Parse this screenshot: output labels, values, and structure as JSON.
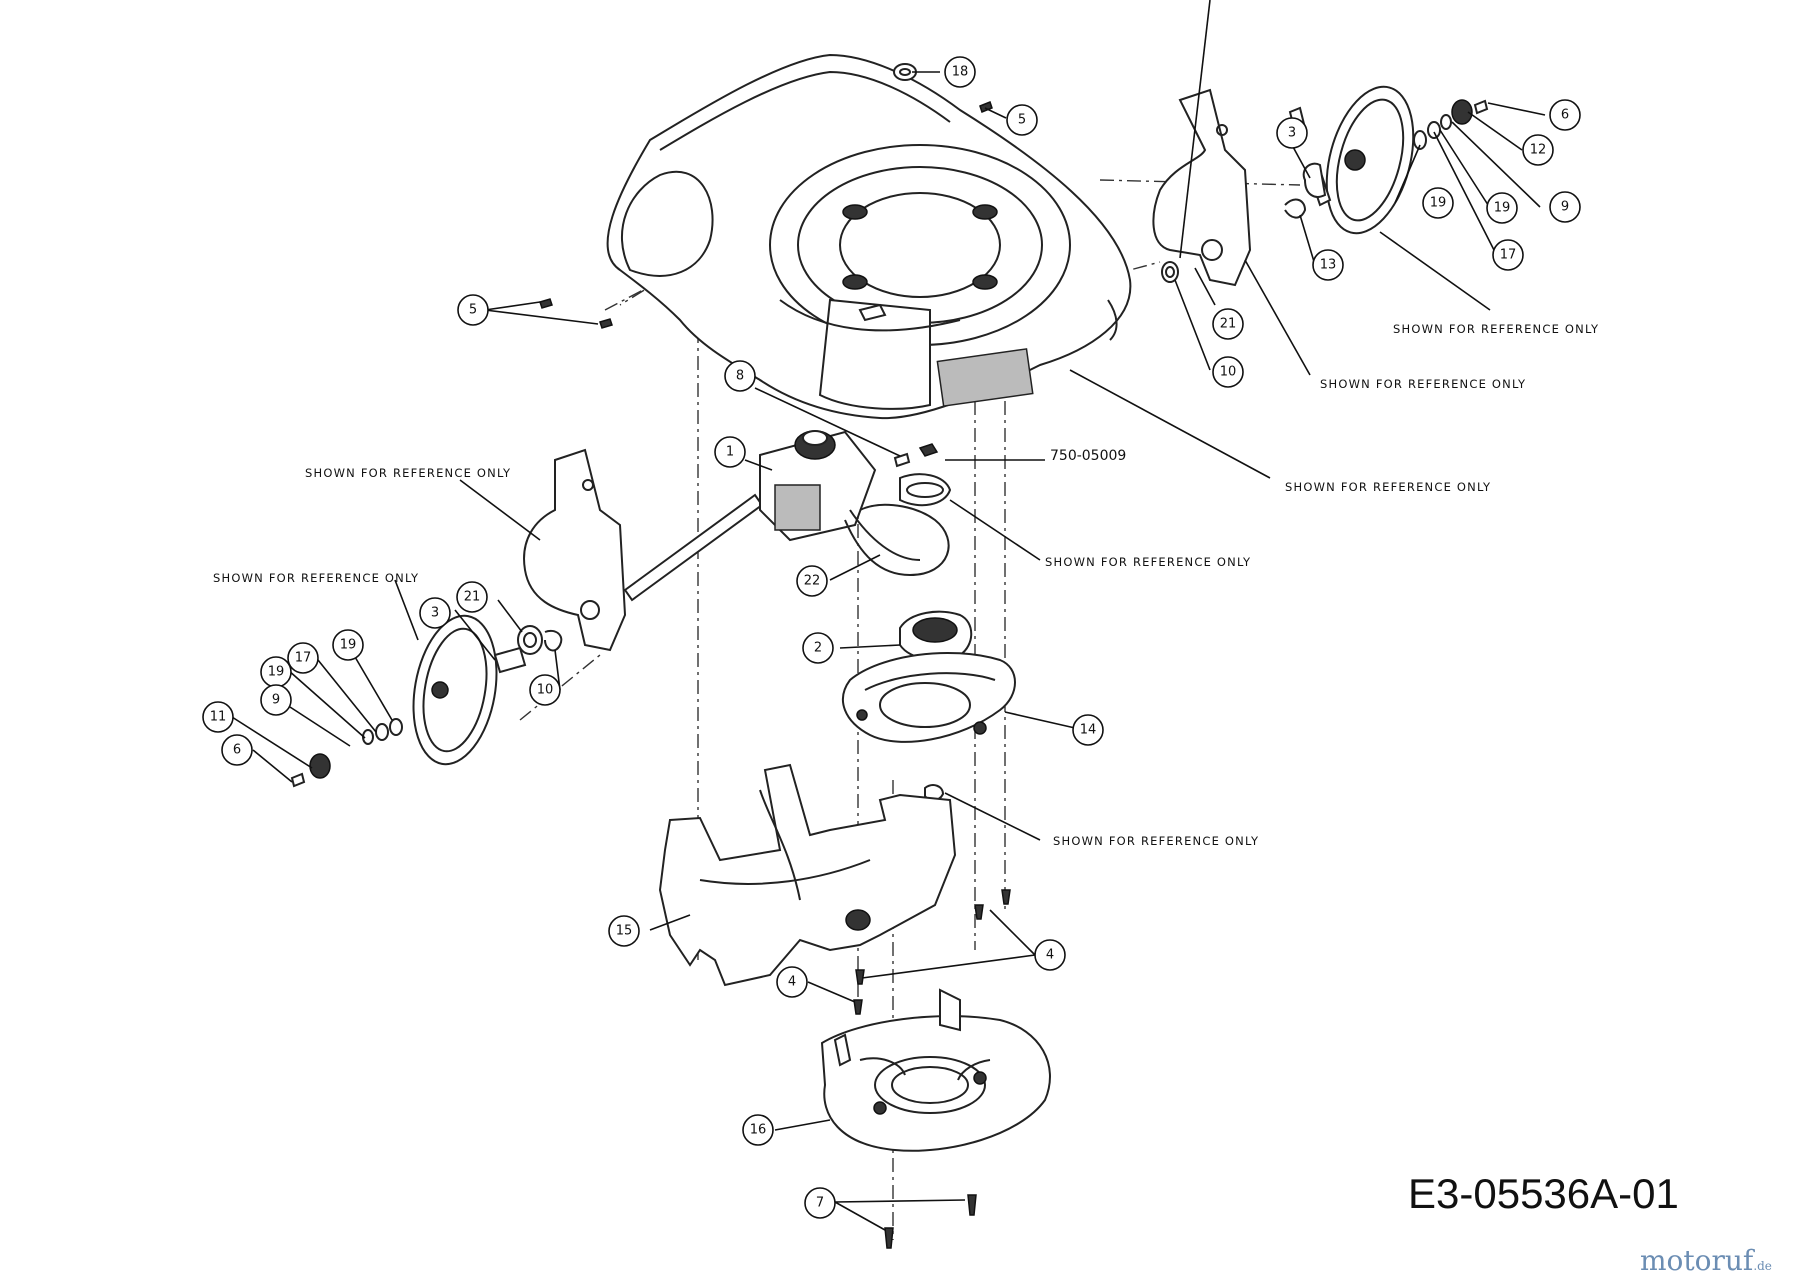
{
  "diagram_code": "E3-05536A-01",
  "part_number_note": "750-05009",
  "reference_note": "SHOWN FOR REFERENCE ONLY",
  "brand": {
    "name": "motoruf",
    "tld": ".de"
  },
  "callouts": {
    "c1": "1",
    "c2": "2",
    "c3a": "3",
    "c3b": "3",
    "c4a": "4",
    "c4b": "4",
    "c5a": "5",
    "c5b": "5",
    "c6a": "6",
    "c6b": "6",
    "c7": "7",
    "c8": "8",
    "c9a": "9",
    "c9b": "9",
    "c10a": "10",
    "c10b": "10",
    "c11": "11",
    "c12": "12",
    "c13": "13",
    "c14": "14",
    "c15": "15",
    "c16": "16",
    "c17a": "17",
    "c17b": "17",
    "c18": "18",
    "c19a": "19",
    "c19b": "19",
    "c19c": "19",
    "c19d": "19",
    "c21a": "21",
    "c21b": "21",
    "c22": "22"
  }
}
